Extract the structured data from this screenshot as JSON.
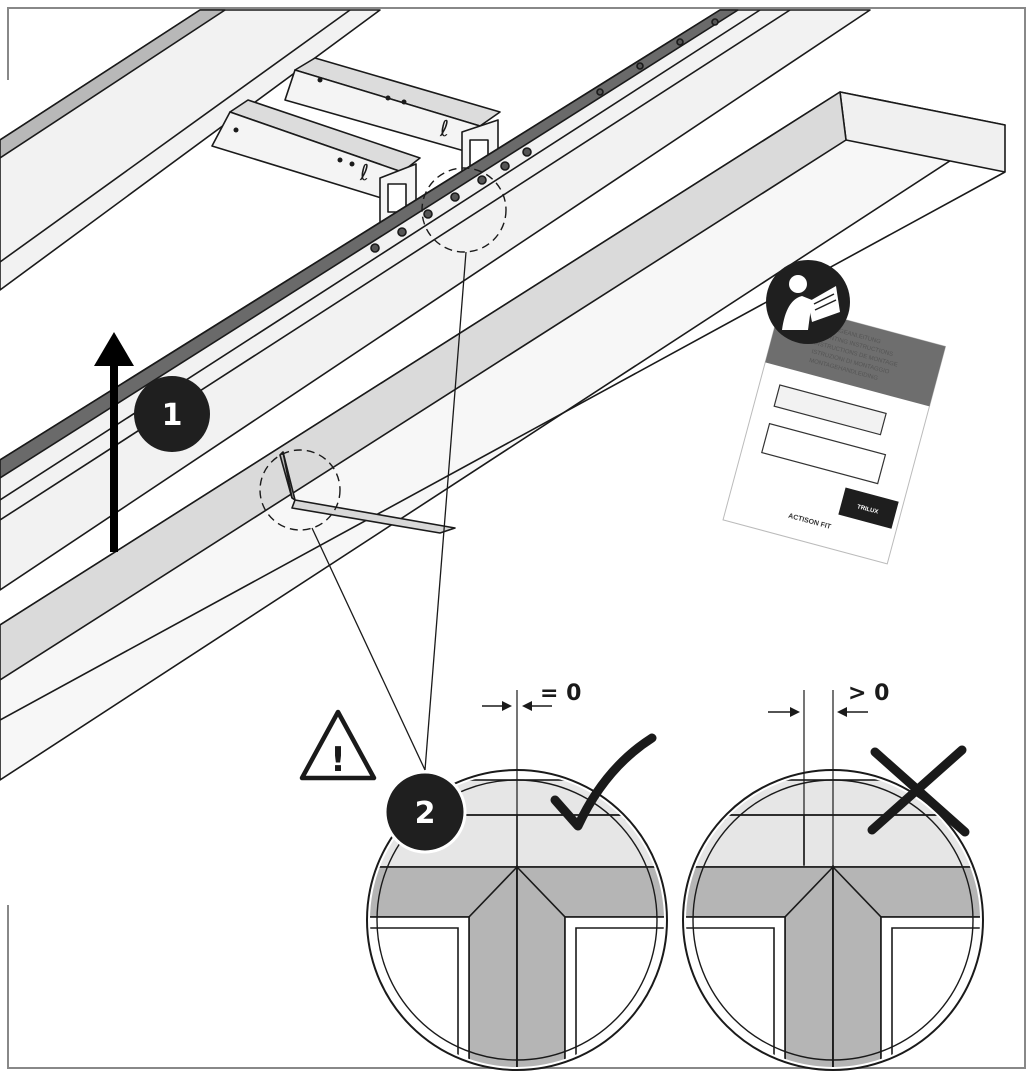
{
  "steps": {
    "step1": "1",
    "step2": "2"
  },
  "warning": {
    "symbol": "!"
  },
  "details": {
    "correct": {
      "label": "= 0",
      "mark": "check"
    },
    "incorrect": {
      "label": "> 0",
      "mark": "cross"
    }
  },
  "manual": {
    "lines": [
      "MONTAGEANLEITUNG",
      "MOUNTING INSTRUCTIONS",
      "INSTRUCTIONS DE MONTAGE",
      "ISTRUZIONI DI MONTAGGIO",
      "MONTAGEHANDLEIDING",
      "INSTRUCCIONES DE MONTAJE",
      "INSTRUKCJA MONTAŻU"
    ],
    "brand": "TRILUX",
    "product": "ACTISON FIT"
  },
  "colors": {
    "badge": "#1f1f1f",
    "line": "#1a1a1a",
    "panel_dark": "#666666",
    "panel_mid": "#b5b5b5",
    "panel_light": "#e6e6e6",
    "frame": "#888888"
  }
}
